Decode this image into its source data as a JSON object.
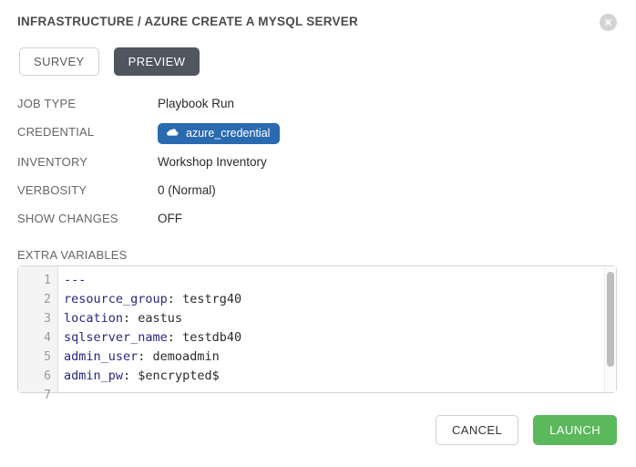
{
  "dialog": {
    "title": "INFRASTRUCTURE / AZURE CREATE A MYSQL SERVER",
    "close_icon": "close-circle-icon"
  },
  "tabs": [
    {
      "label": "SURVEY",
      "name": "tab-survey",
      "active": false
    },
    {
      "label": "PREVIEW",
      "name": "tab-preview",
      "active": true
    }
  ],
  "fields": {
    "job_type": {
      "label": "JOB TYPE",
      "value": "Playbook Run"
    },
    "credential": {
      "label": "CREDENTIAL",
      "badge_label": "azure_credential",
      "badge_icon": "cloud-icon",
      "badge_color": "#2a6ab0"
    },
    "inventory": {
      "label": "INVENTORY",
      "value": "Workshop Inventory"
    },
    "verbosity": {
      "label": "VERBOSITY",
      "value": "0 (Normal)"
    },
    "show_changes": {
      "label": "SHOW CHANGES",
      "value": "OFF"
    },
    "extra_variables": {
      "label": "EXTRA VARIABLES"
    }
  },
  "editor": {
    "line_numbers": [
      "1",
      "2",
      "3",
      "4",
      "5",
      "6",
      "7"
    ],
    "lines": [
      {
        "key": "",
        "punct": "",
        "value": "---"
      },
      {
        "key": "resource_group",
        "punct": ":",
        "value": " testrg40"
      },
      {
        "key": "location",
        "punct": ":",
        "value": " eastus"
      },
      {
        "key": "sqlserver_name",
        "punct": ":",
        "value": " testdb40"
      },
      {
        "key": "admin_user",
        "punct": ":",
        "value": " demoadmin"
      },
      {
        "key": "admin_pw",
        "punct": ":",
        "value": " $encrypted$"
      },
      {
        "key": "",
        "punct": "",
        "value": ""
      }
    ],
    "raw_text": "---\nresource_group: testrg40\nlocation: eastus\nsqlserver_name: testdb40\nadmin_user: demoadmin\nadmin_pw: $encrypted$\n"
  },
  "footer": {
    "cancel_label": "CANCEL",
    "launch_label": "LAUNCH",
    "launch_color": "#5cb85c"
  }
}
